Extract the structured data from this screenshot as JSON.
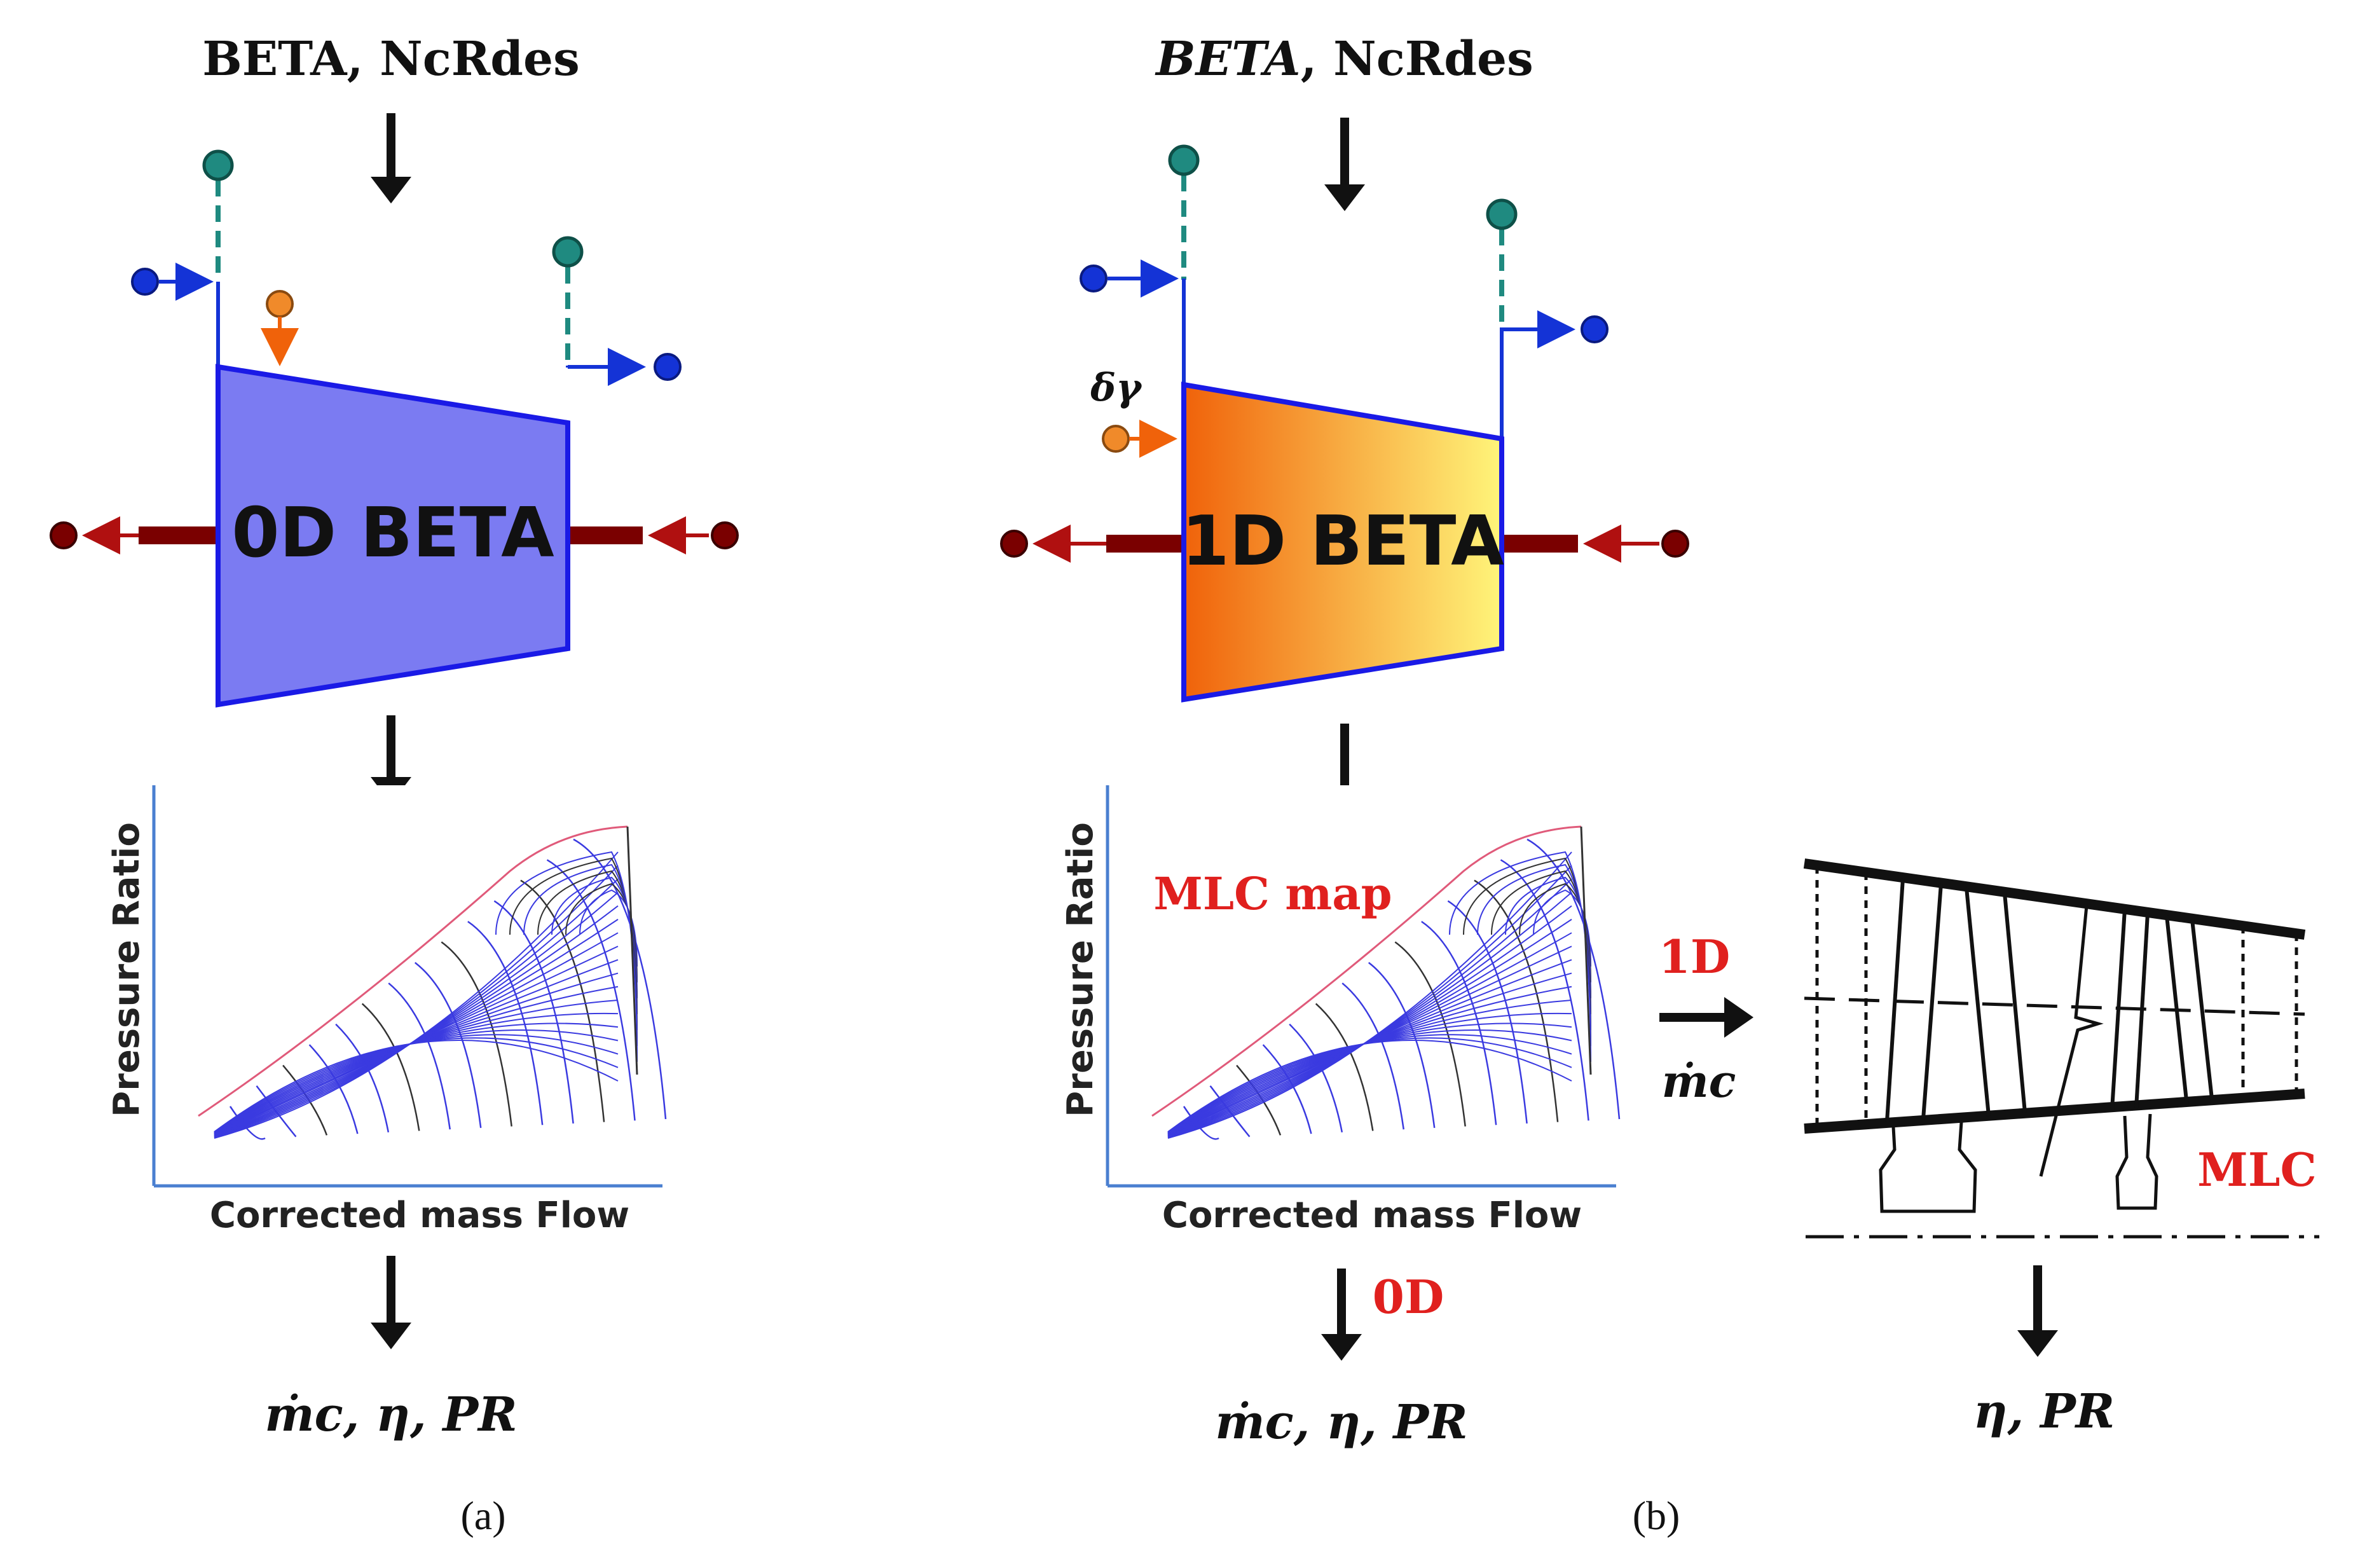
{
  "panel_a": {
    "top_input_label": "BETA, NcRdes",
    "block_label": "0D BETA",
    "map": {
      "ylabel": "Pressure Ratio",
      "xlabel": "Corrected mass Flow"
    },
    "outputs_label": "ṁc, η, PR",
    "caption": "(a)"
  },
  "panel_b": {
    "top_input_label_beta": "BETA",
    "top_input_label_rest": ", NcRdes",
    "delta_label": "δγ",
    "block_label": "1D BETA",
    "map": {
      "ylabel": "Pressure Ratio",
      "xlabel": "Corrected mass Flow",
      "title": "MLC map"
    },
    "arrow_0d_label": "0D",
    "arrow_1d_label": "1D",
    "arrow_1d_sublabel": "ṁc",
    "mlc_label": "MLC",
    "outputs_label": "ṁc, η, PR",
    "mlc_outputs_label": "η, PR",
    "caption": "(b)"
  },
  "colors": {
    "block_0d_fill": "#7b7bf2",
    "block_0d_stroke": "#1a1ae6",
    "block_1d_grad_start": "#f0620a",
    "block_1d_grad_end": "#fff57a",
    "shaft": "#7a0000",
    "teal_node": "#1f8a80",
    "blue_node": "#1433d6",
    "orange_node": "#f08a2a",
    "red_text": "#e0201e",
    "map_line": "#3a3ae0",
    "map_edge": "#e05a7a",
    "map_dark": "#333333"
  }
}
